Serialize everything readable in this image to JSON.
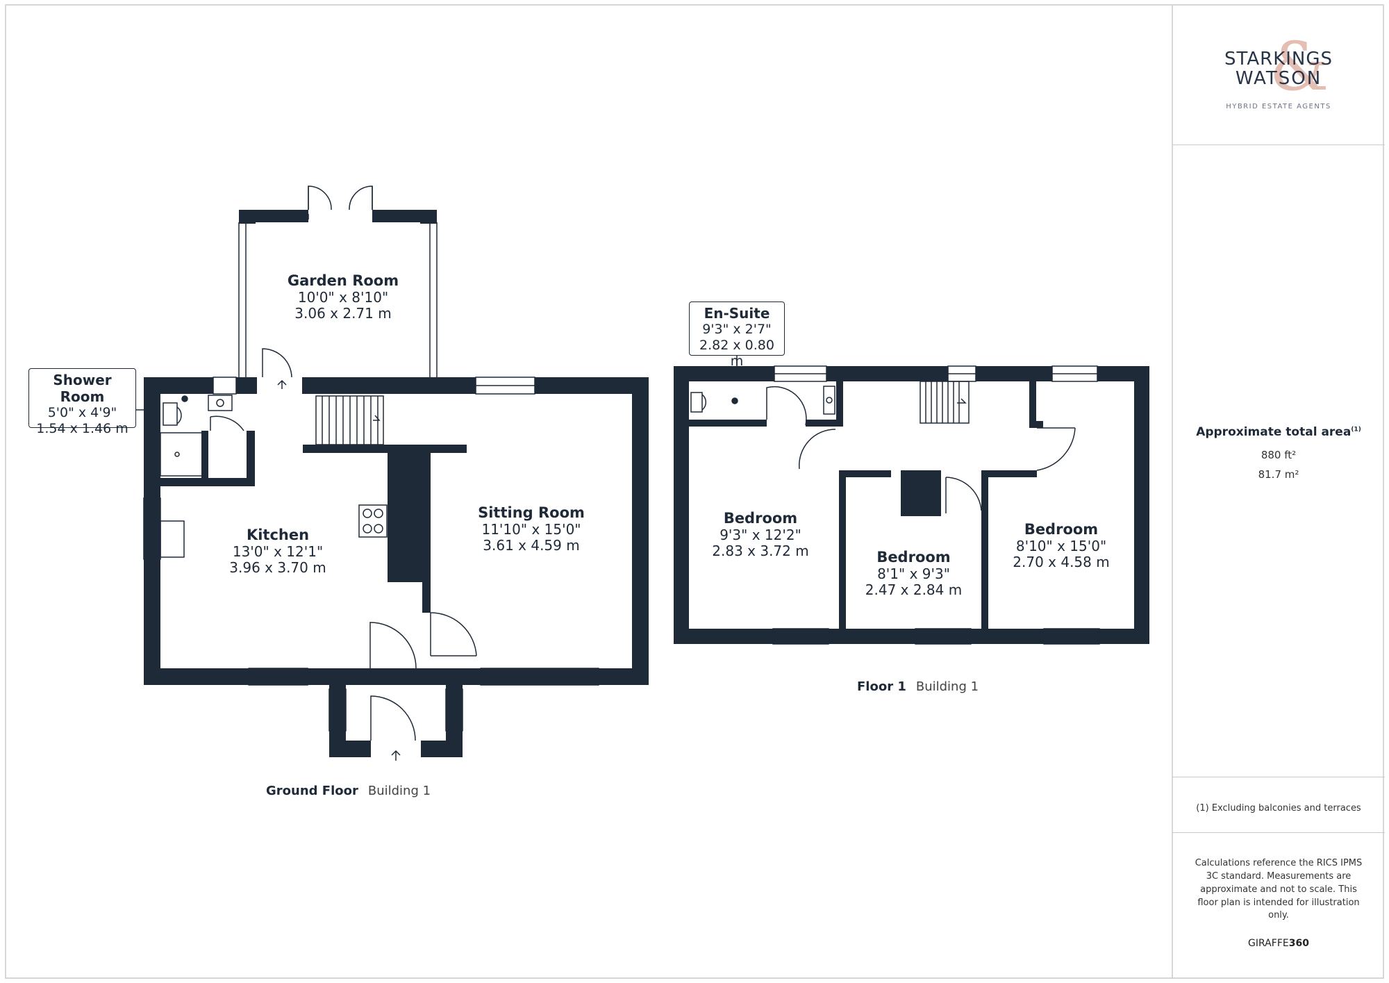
{
  "ground_floor": {
    "rooms": [
      {
        "name": "Garden Room",
        "imperial": "10'0\" x 8'10\"",
        "metric": "3.06 x 2.71 m"
      },
      {
        "name": "Kitchen",
        "imperial": "13'0\" x 12'1\"",
        "metric": "3.96 x 3.70 m"
      },
      {
        "name": "Sitting Room",
        "imperial": "11'10\" x 15'0\"",
        "metric": "3.61 x 4.59 m"
      }
    ],
    "callout": {
      "name": "Shower Room",
      "imperial": "5'0\" x 4'9\"",
      "metric": "1.54 x 1.46 m"
    },
    "label": "Ground Floor",
    "building": "Building 1"
  },
  "first_floor": {
    "rooms": [
      {
        "name": "Bedroom",
        "imperial": "9'3\" x 12'2\"",
        "metric": "2.83 x 3.72 m"
      },
      {
        "name": "Bedroom",
        "imperial": "8'1\" x 9'3\"",
        "metric": "2.47 x 2.84 m"
      },
      {
        "name": "Bedroom",
        "imperial": "8'10\" x 15'0\"",
        "metric": "2.70 x 4.58 m"
      }
    ],
    "callout": {
      "name": "En-Suite",
      "imperial": "9'3\" x 2'7\"",
      "metric": "2.82 x 0.80 m"
    },
    "label": "Floor 1",
    "building": "Building 1"
  },
  "brand": {
    "line1": "STARKINGS",
    "line2": "WATSON",
    "tagline": "HYBRID ESTATE AGENTS",
    "ampersand": "&",
    "accent_color": "#dba79a"
  },
  "area": {
    "title": "Approximate total area",
    "footnote_mark": "(1)",
    "sqft": "880 ft²",
    "sqm": "81.7 m²"
  },
  "footnote": "(1) Excluding balconies and terraces",
  "disclaimer": "Calculations reference the RICS IPMS 3C standard. Measurements are approximate and not to scale. This floor plan is intended for illustration only.",
  "credit": {
    "prefix": "GIRAFFE",
    "suffix": "360"
  },
  "colors": {
    "wall": "#1f2a38",
    "frame": "#c9c9c9"
  }
}
